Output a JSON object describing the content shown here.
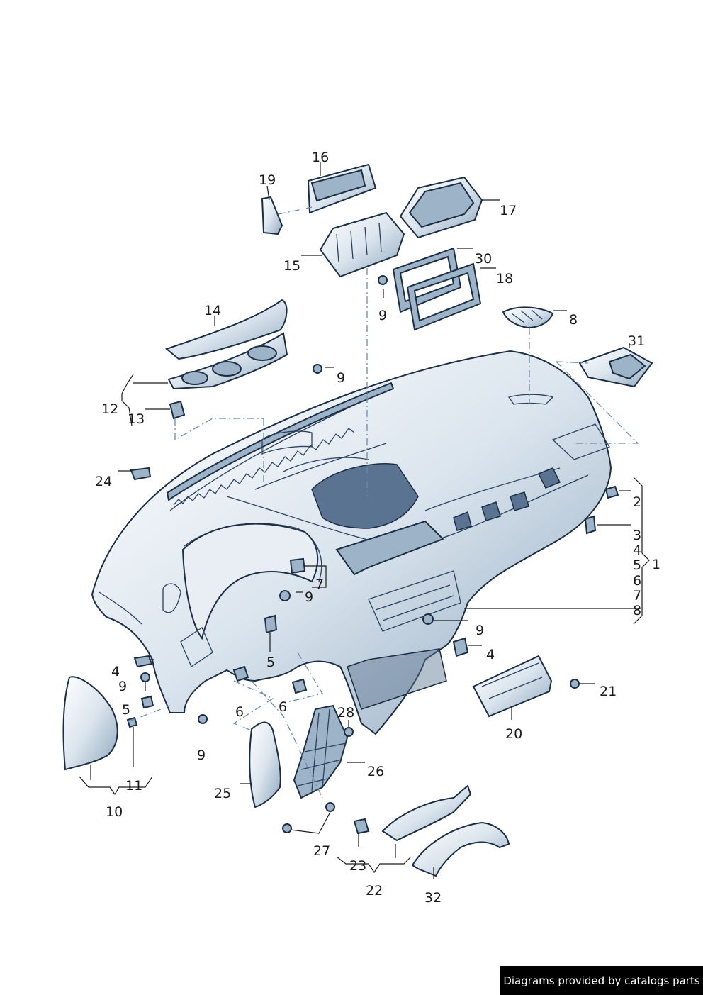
{
  "callouts": {
    "c1": "1",
    "c2": "2",
    "c3": "3",
    "c4a": "4",
    "c4b": "4",
    "c4c": "4",
    "c5a": "5",
    "c5b": "5",
    "c5c": "5",
    "c6a": "6",
    "c6b": "6",
    "c6c": "6",
    "c7a": "7",
    "c7b": "7",
    "c8a": "8",
    "c8b": "8",
    "c9a": "9",
    "c9b": "9",
    "c9c": "9",
    "c9d": "9",
    "c9e": "9",
    "c9f": "9",
    "c10": "10",
    "c11": "11",
    "c12": "12",
    "c13": "13",
    "c14": "14",
    "c15": "15",
    "c16": "16",
    "c17": "17",
    "c18": "18",
    "c19": "19",
    "c20": "20",
    "c21": "21",
    "c22": "22",
    "c23": "23",
    "c24": "24",
    "c25": "25",
    "c26": "26",
    "c27": "27",
    "c28": "28",
    "c30": "30",
    "c31": "31",
    "c32": "32"
  },
  "credit": "Diagrams provided by catalogs parts"
}
